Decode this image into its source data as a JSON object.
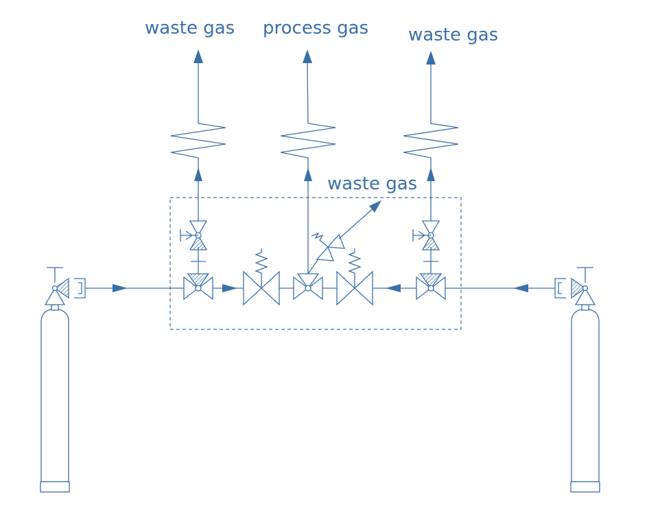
{
  "labels": {
    "outlet_left": "waste gas",
    "outlet_center": "process gas",
    "outlet_right": "waste gas",
    "relief_outlet": "waste gas"
  },
  "colors": {
    "line": "#3a70a8",
    "background": "#ffffff"
  }
}
